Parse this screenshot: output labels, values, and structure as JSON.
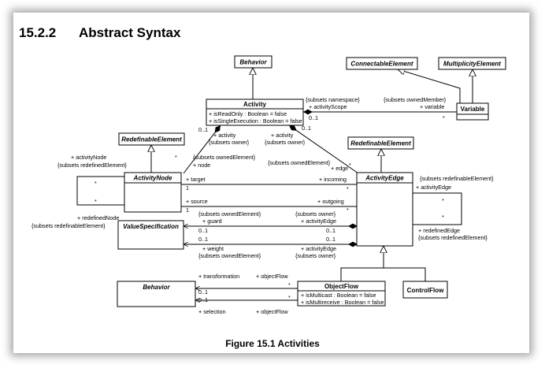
{
  "heading": {
    "number": "15.2.2",
    "title": "Abstract Syntax"
  },
  "caption": "Figure 15.1 Activities",
  "classes": {
    "behavior_top": "Behavior",
    "activity": "Activity",
    "activity_attr1": "+ isReadOnly : Boolean = false",
    "activity_attr2": "+ isSingleExecution : Boolean = false",
    "connectable": "ConnectableElement",
    "multiplicity": "MultiplicityElement",
    "variable": "Variable",
    "redef_left": "RedefinableElement",
    "redef_right": "RedefinableElement",
    "activity_node": "ActivityNode",
    "activity_edge": "ActivityEdge",
    "value_spec": "ValueSpecification",
    "behavior_bottom": "Behavior",
    "object_flow": "ObjectFlow",
    "of_attr1": "+ isMulticast : Boolean = false",
    "of_attr2": "+ isMultireceive : Boolean = false",
    "control_flow": "ControlFlow"
  },
  "labels": {
    "subsets_namespace": "{subsets namespace}",
    "activity_scope": "+ activityScope",
    "zero_one_scope": "0..1",
    "subsets_owned_member": "{subsets ownedMember}",
    "variable_end": "+ variable",
    "star_variable": "*",
    "zero_one_left": "0..1",
    "activity_left": "+ activity",
    "subsets_owner_left": "{subsets owner}",
    "zero_one_right": "0..1",
    "activity_right": "+ activity",
    "subsets_owner_right": "{subsets owner}",
    "activity_node_end": "+ activityNode",
    "subsets_redefined_element": "{subsets redefinedElement}",
    "star_node_a": "*",
    "subsets_owned_element_node": "{subsets ownedElement}",
    "node_end": "+ node",
    "subsets_owned_element_edge": "{subsets ownedElement}",
    "edge_end": "+ edge",
    "star_edge_a": "*",
    "target": "+ target",
    "one_target": "1",
    "incoming": "+ incoming",
    "star_incoming": "*",
    "source": "+ source",
    "one_source": "1",
    "outgoing": "+ outgoing",
    "star_outgoing": "*",
    "self_star_node": "*",
    "self_star_node2": "*",
    "redefined_node": "+ redefinedNode",
    "subsets_redefinable_element_node": "{subsets redefinableElement}",
    "subsets_redefinable_element_edge": "{subsets redefinableElement}",
    "activity_edge_end": "+ activityEdge",
    "self_star_edge": "*",
    "self_star_edge2": "*",
    "redefined_edge": "+ redefinedEdge",
    "subsets_redefined_element_edge": "{subsets redefinedElement}",
    "subsets_owned_element_guard": "{subsets ownedElement}",
    "guard": "+ guard",
    "zero_one_guard": "0..1",
    "subsets_owner_guard": "{subsets owner}",
    "activity_edge_guard": "+ activityEdge",
    "zero_one_guard2": "0..1",
    "zero_one_weight": "0..1",
    "zero_one_weight2": "0..1",
    "weight": "+ weight",
    "subsets_owned_element_weight": "{subsets ownedElement}",
    "activity_edge_weight": "+ activityEdge",
    "subsets_owner_weight": "{subsets owner}",
    "transformation": "+ transformation",
    "object_flow_t": "+ objectFlow",
    "zero_one_trans": "0..1",
    "star_trans": "*",
    "zero_one_sel": "0..1",
    "star_sel": "*",
    "selection": "+ selection",
    "object_flow_s": "+ objectFlow"
  }
}
